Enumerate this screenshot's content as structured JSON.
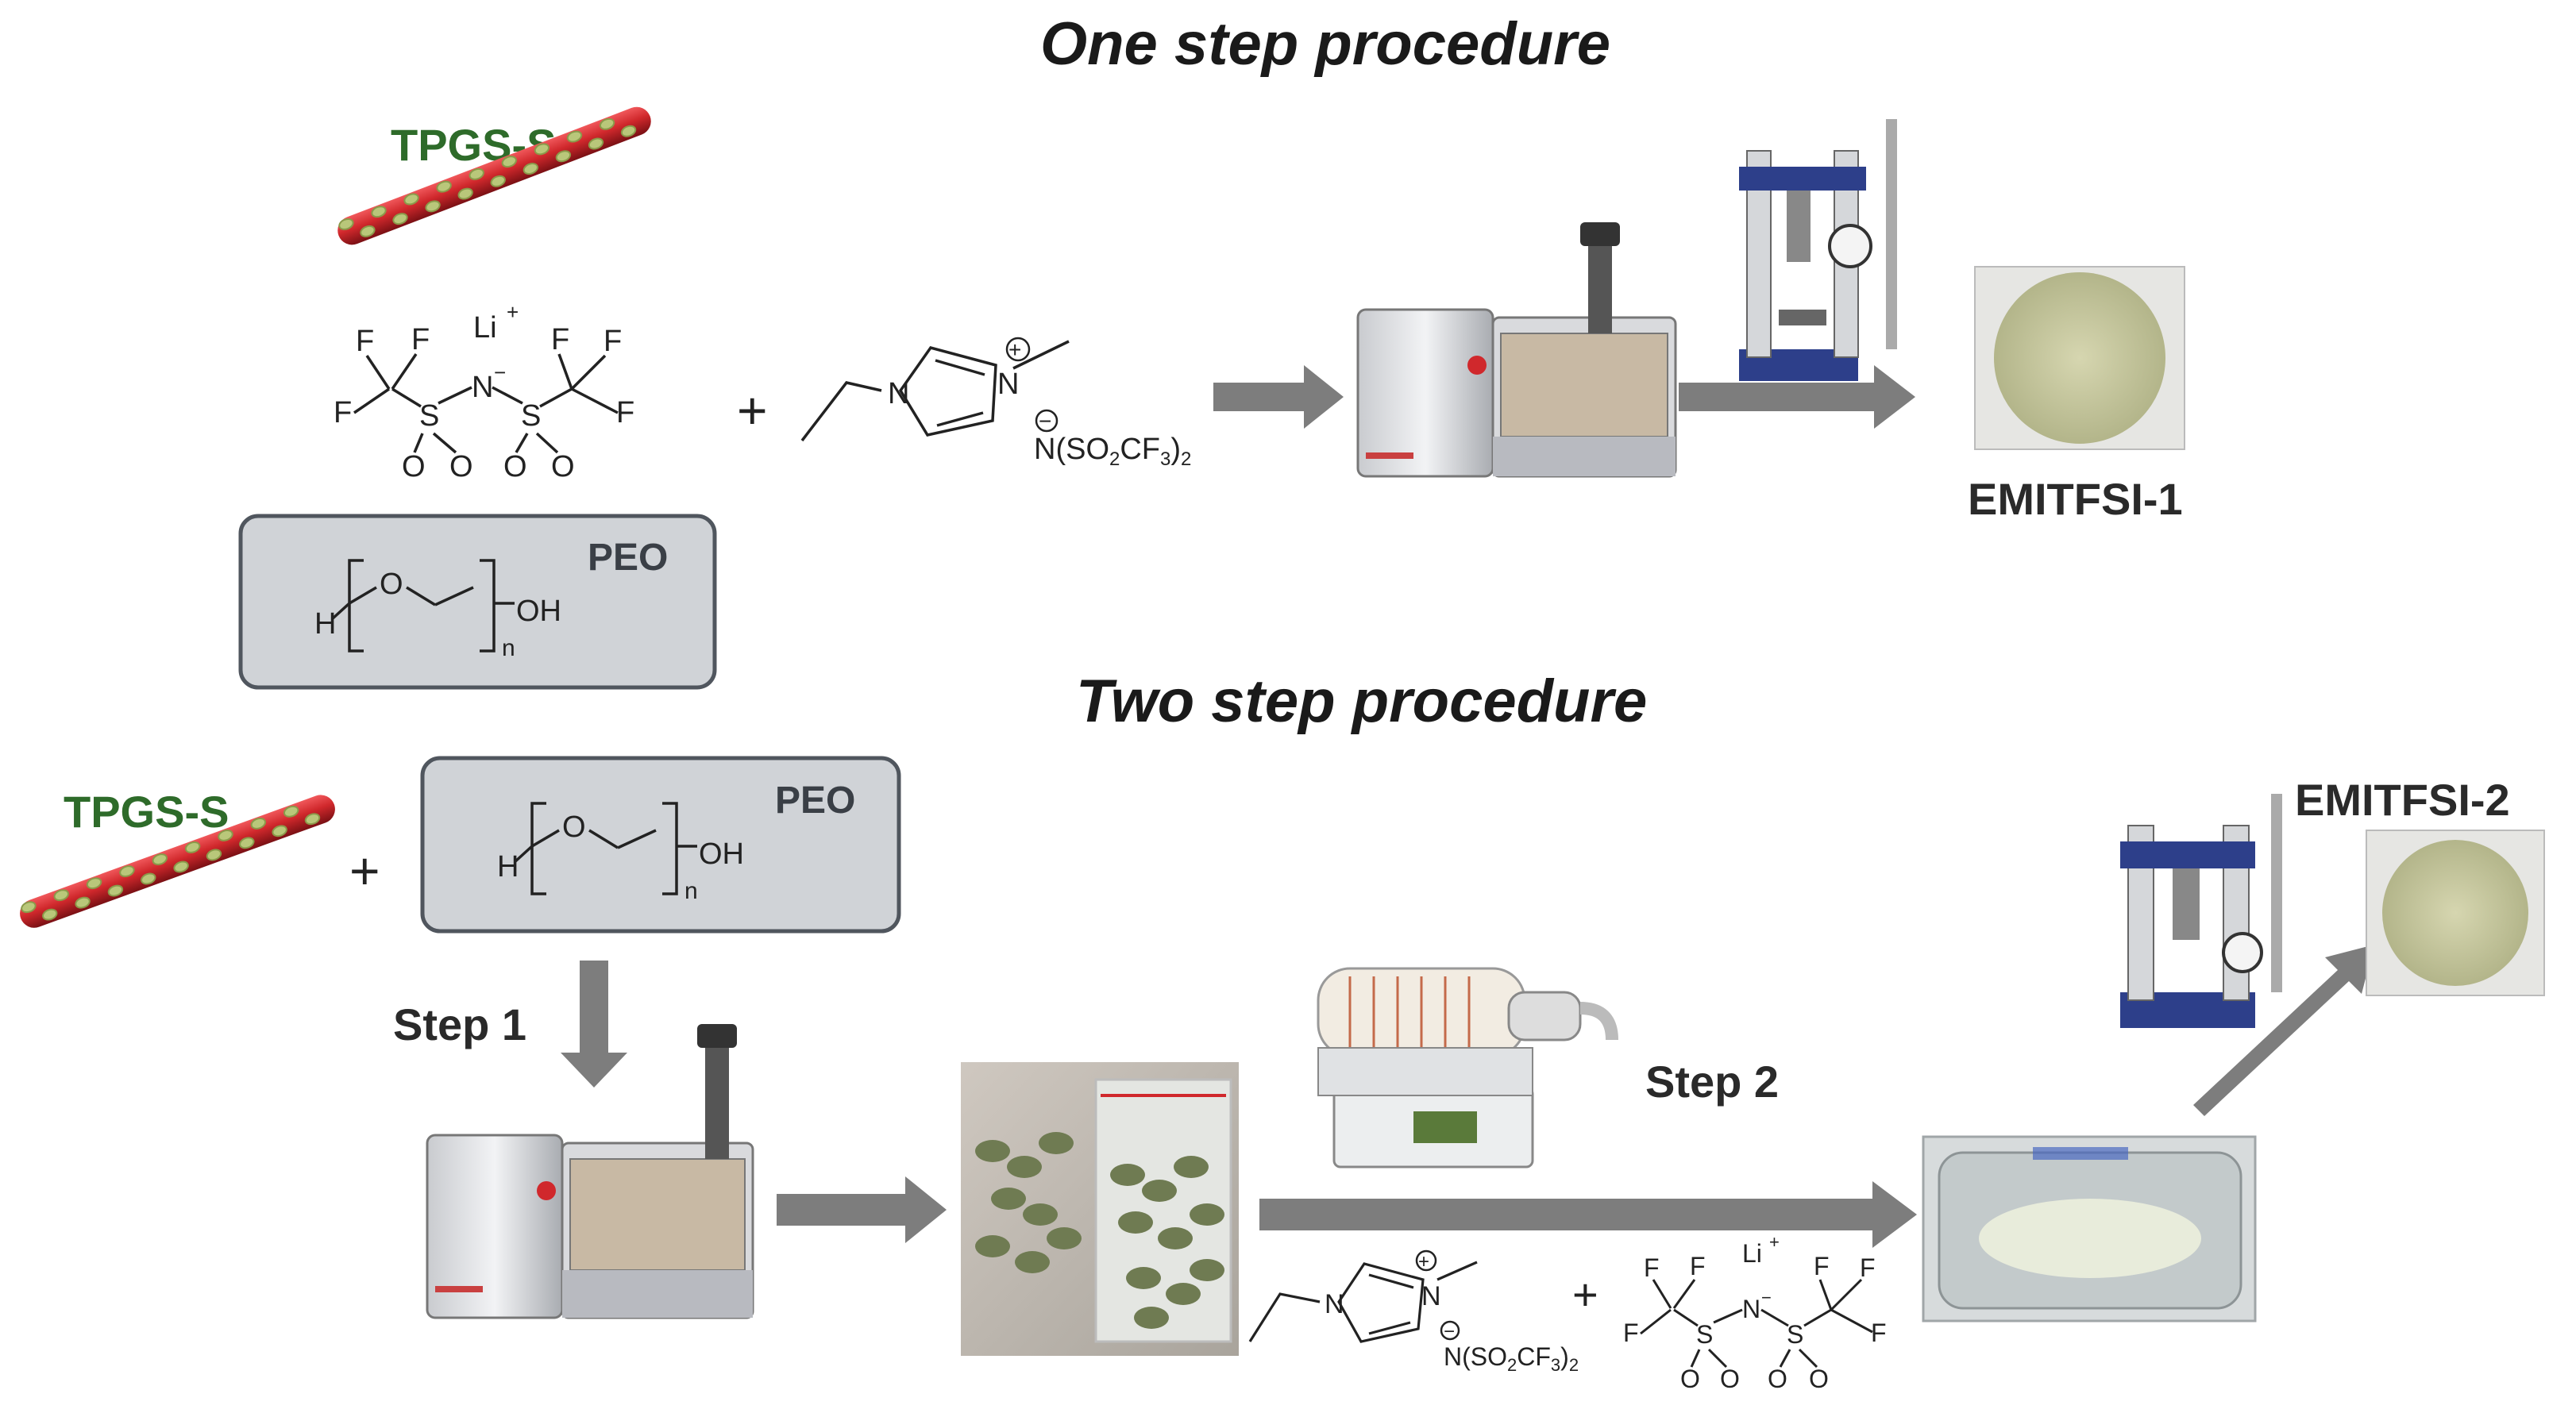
{
  "titles": {
    "one_step": "One step procedure",
    "two_step": "Two step procedure"
  },
  "labels": {
    "tpgs_top": "TPGS-S",
    "tpgs_bottom": "TPGS-S",
    "peo_top": "PEO",
    "peo_bottom": "PEO",
    "product_1": "EMITFSI-1",
    "product_2": "EMITFSI-2",
    "step_1": "Step 1",
    "step_2": "Step 2",
    "plus": "+"
  },
  "chem": {
    "li_plus": "Li",
    "li_charge": "+",
    "n_minus": "N",
    "f": "F",
    "s": "S",
    "o": "O",
    "n_imid": "N",
    "anion_text": "N(SO",
    "anion_sub2": "2",
    "anion_cf": "CF",
    "anion_sub3": "3",
    "anion_close": ")",
    "anion_subout": "2",
    "minus_sign": "−",
    "peo_o": "O",
    "peo_h": "H",
    "peo_oh": "OH",
    "peo_n": "n"
  },
  "colors": {
    "arrow": "#7d7d7d",
    "box_fill": "#d0d3d7",
    "box_stroke": "#50565e",
    "rod_red": "#d0282c",
    "rod_beads": "#b9c77a",
    "title_green": "#2e6b2a",
    "press_blue": "#2d3f8a",
    "disk": "#c4c59c"
  },
  "icons": {
    "extruder": "hot-melt-extruder-icon",
    "press": "hydraulic-press-icon",
    "dryer": "lab-dryer-icon",
    "pellets": "pellet-bag-photo",
    "jar": "glass-jar-photo",
    "disk": "membrane-disk-photo"
  }
}
